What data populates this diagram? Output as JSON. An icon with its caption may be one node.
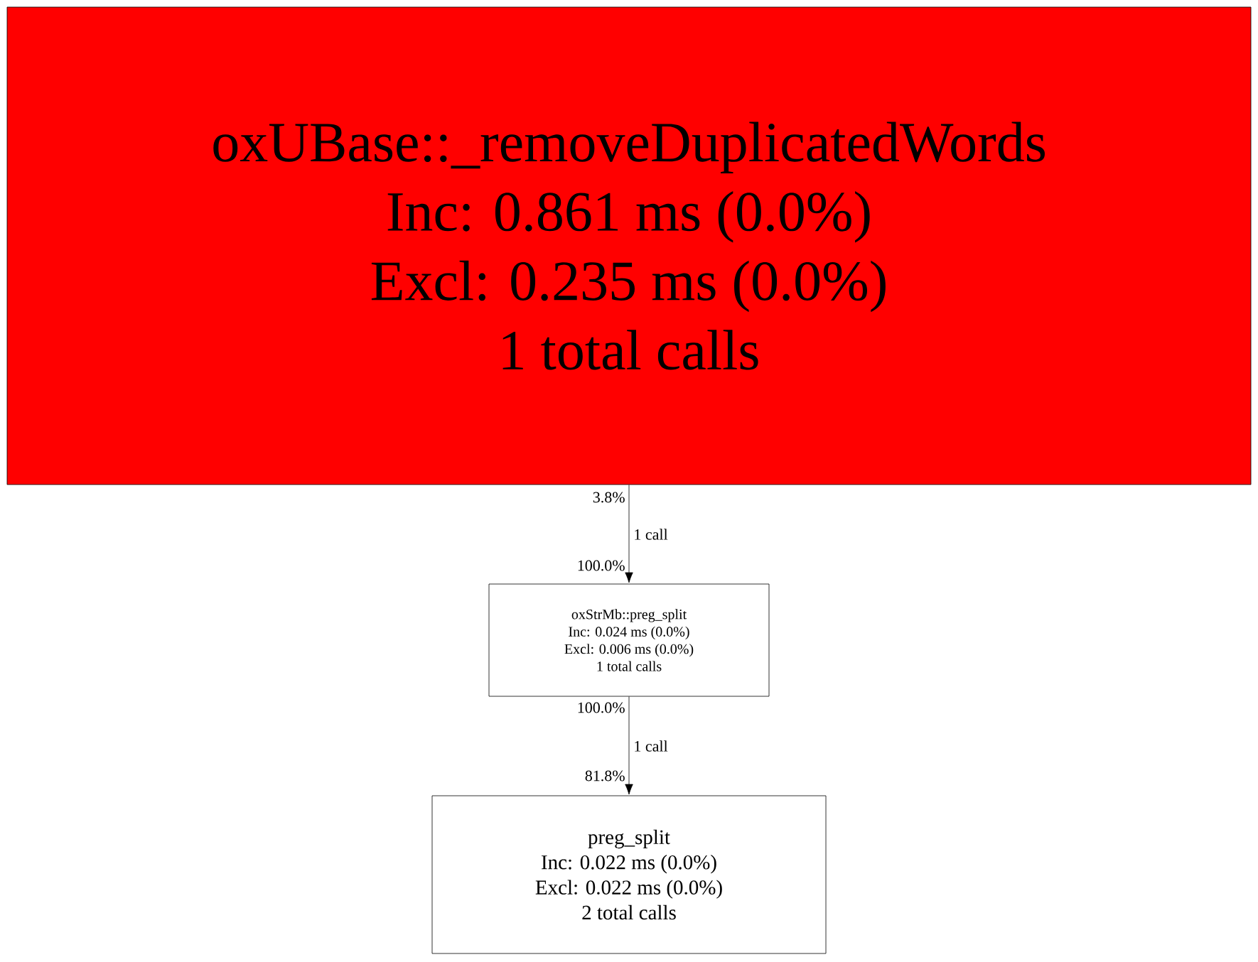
{
  "diagram": {
    "nodes": [
      {
        "text": [
          "oxUBase::_removeDuplicatedWords",
          "Inc: 0.861 ms (0.0%)",
          "Excl: 0.235 ms (0.0%)",
          "1 total calls"
        ]
      },
      {
        "text": [
          "oxStrMb::preg_split",
          "Inc: 0.024 ms (0.0%)",
          "Excl: 0.006 ms (0.0%)",
          "1 total calls"
        ]
      },
      {
        "text": [
          "preg_split",
          "Inc: 0.022 ms (0.0%)",
          "Excl: 0.022 ms (0.0%)",
          "2 total calls"
        ]
      }
    ],
    "edges": [
      {
        "from": 0,
        "to": 1,
        "arrow": "to",
        "label": "1 call"
      },
      {
        "from": 1,
        "to": 2,
        "arrow": "to",
        "label": "1 call"
      }
    ],
    "labels": [
      "3.8%",
      "100.0%",
      "100.0%",
      "81.8%"
    ]
  }
}
